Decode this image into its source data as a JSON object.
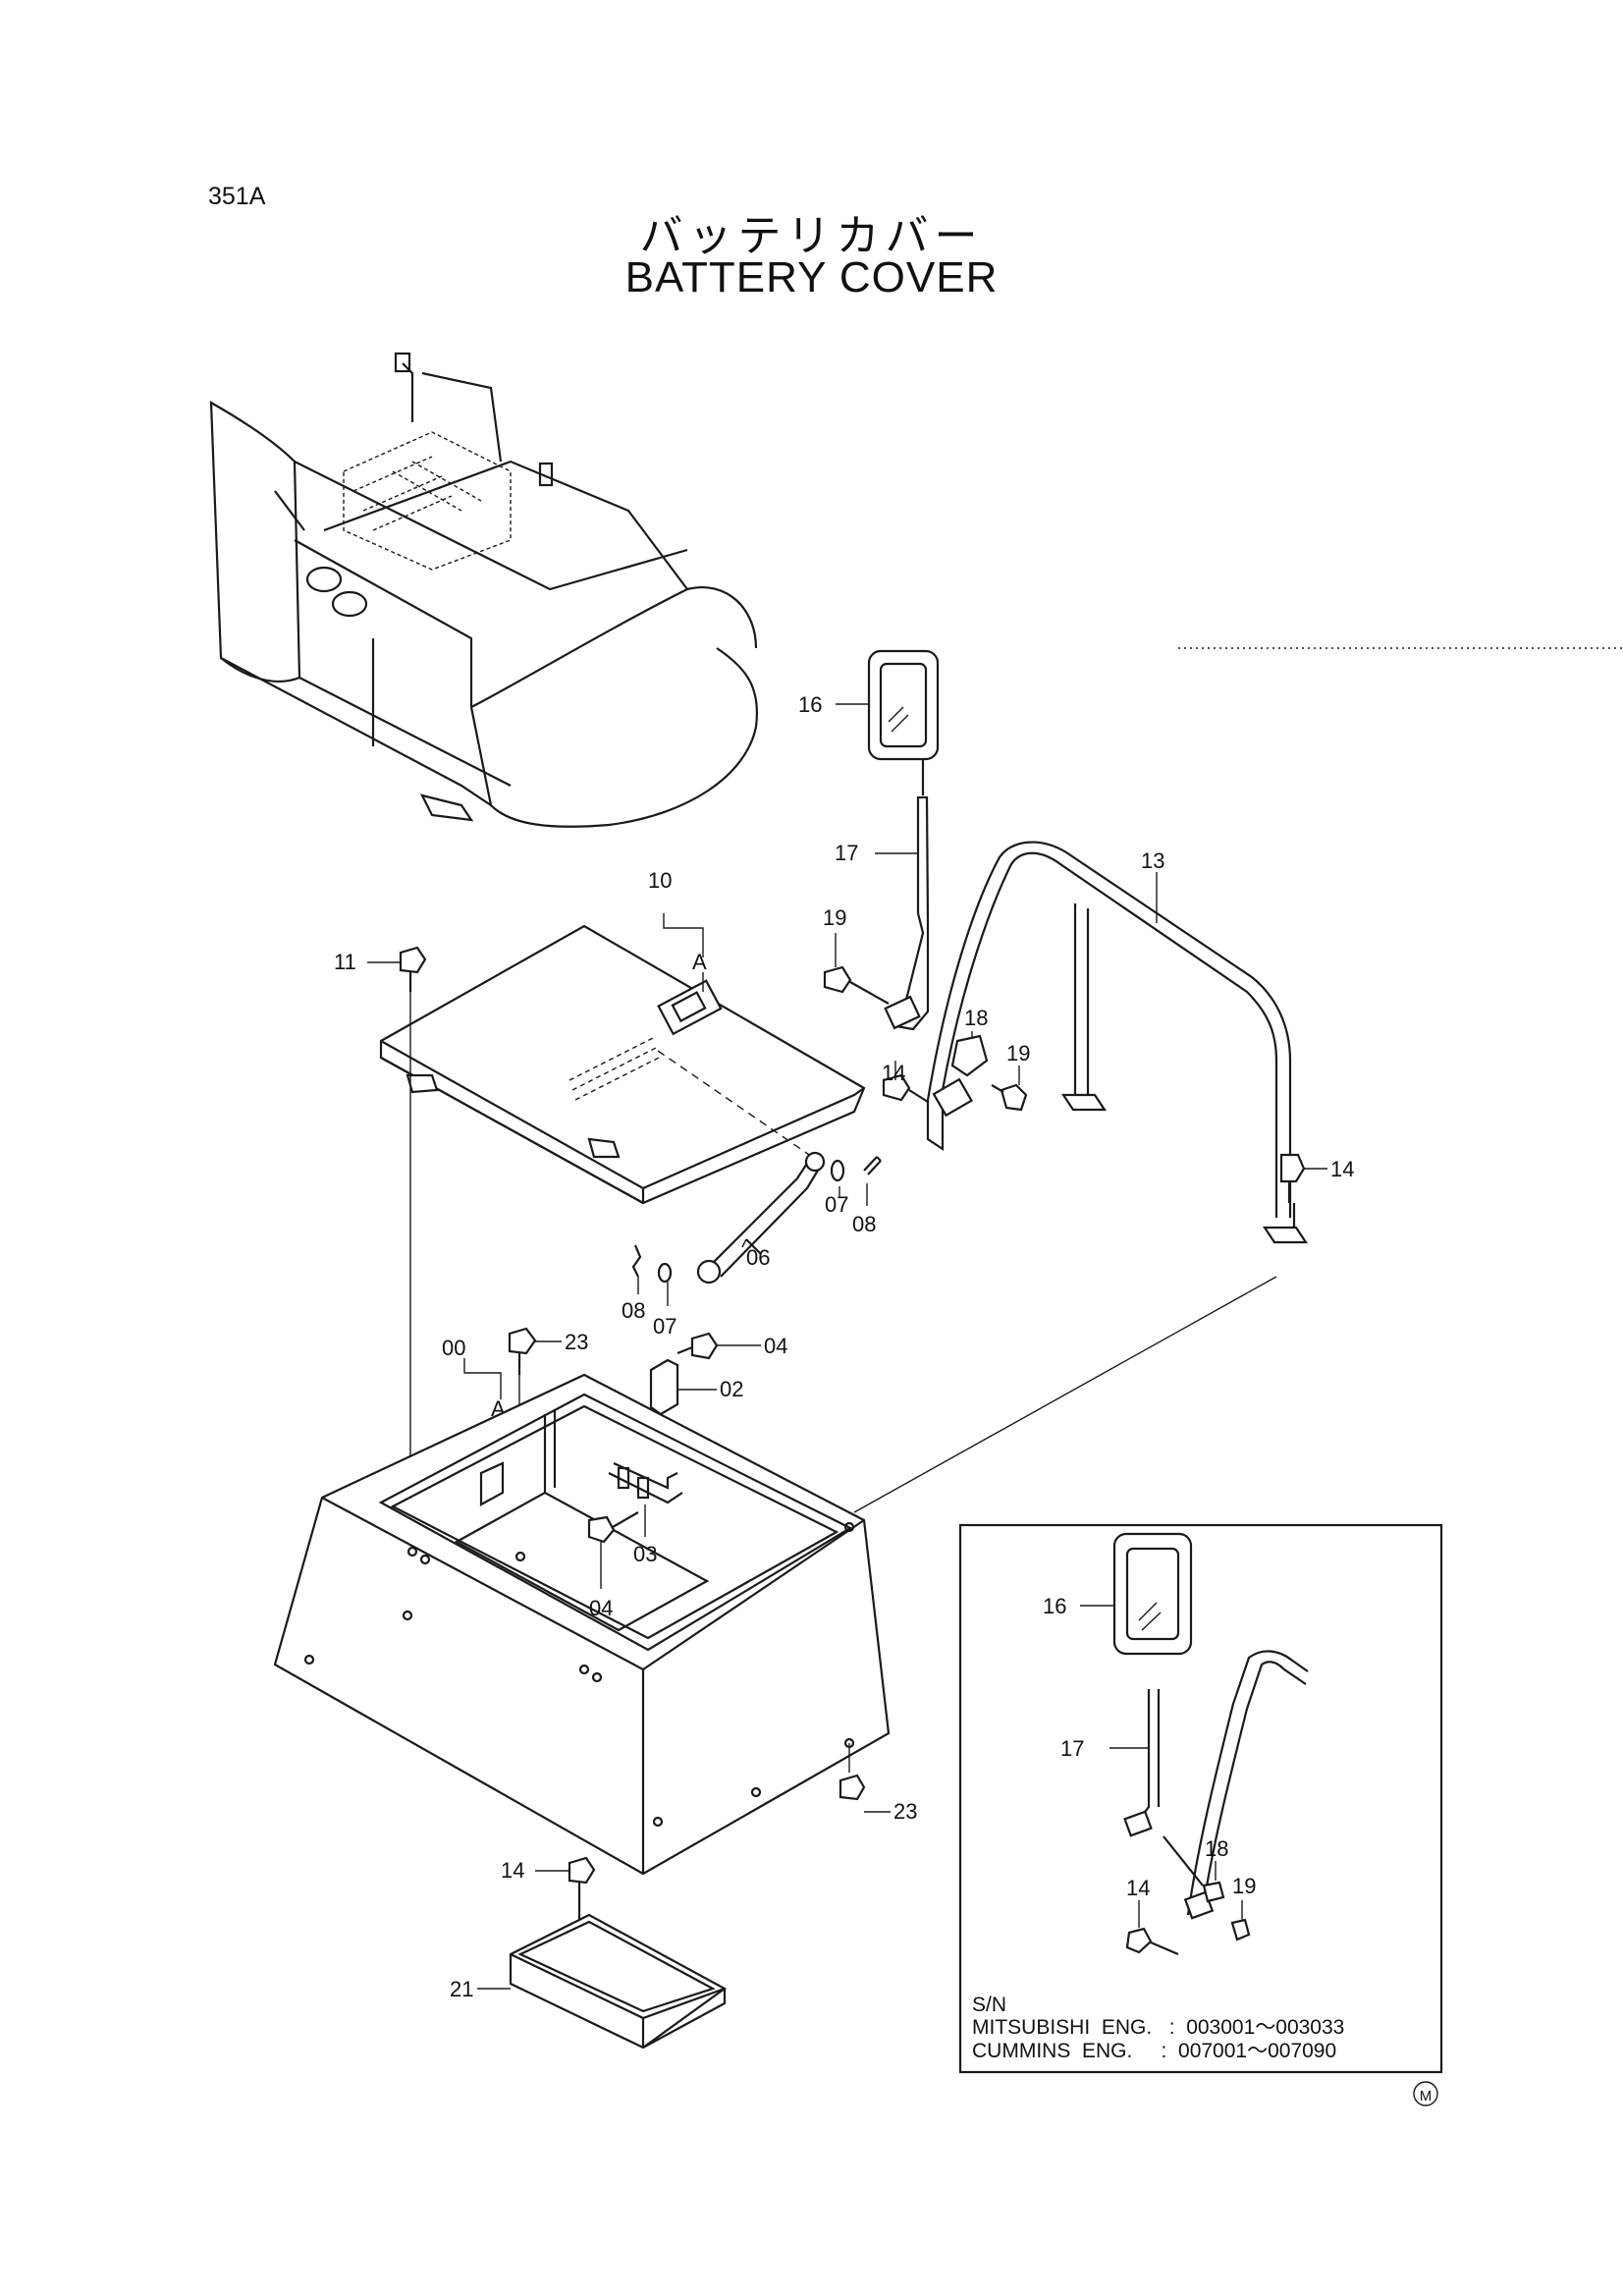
{
  "page_code": "351A",
  "title_jp": "バッテリカバー",
  "title_en": "BATTERY COVER",
  "callouts": {
    "c16": "16",
    "c17": "17",
    "c13": "13",
    "c10": "10",
    "cA1": "A",
    "c11": "11",
    "c19a": "19",
    "c18": "18",
    "c19b": "19",
    "c14a": "14",
    "c14b": "14",
    "c07a": "07",
    "c08a": "08",
    "c06": "06",
    "c08b": "08",
    "c07b": "07",
    "c00": "00",
    "cA2": "A",
    "c23a": "23",
    "c04a": "04",
    "c02": "02",
    "c03": "03",
    "c04b": "04",
    "c23b": "23",
    "c14c": "14",
    "c21": "21"
  },
  "inset": {
    "callouts": {
      "c16": "16",
      "c17": "17",
      "c18": "18",
      "c14": "14",
      "c19": "19"
    },
    "sn_label": "S/N",
    "row1": "MITSUBISHI  ENG.   :  003001～003033",
    "row2": "CUMMINS  ENG.     :  007001～007090"
  },
  "mark": "M"
}
